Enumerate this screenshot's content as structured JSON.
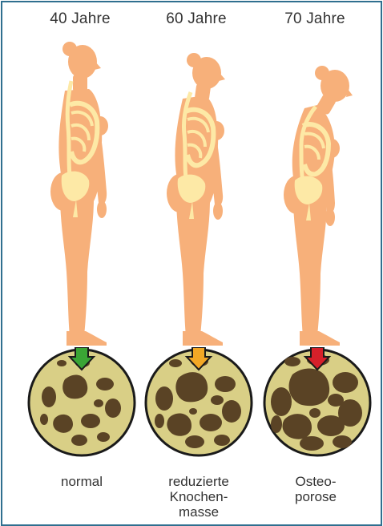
{
  "stages": [
    {
      "age": "40 Jahre",
      "caption": [
        "normal"
      ],
      "arrow_color": "#3aa535",
      "density": "normal",
      "posture": "upright"
    },
    {
      "age": "60 Jahre",
      "caption": [
        "reduzierte",
        "Knochen-",
        "masse"
      ],
      "arrow_color": "#f3a825",
      "density": "reduced",
      "posture": "slight-curve"
    },
    {
      "age": "70 Jahre",
      "caption": [
        "Osteo-",
        "porose"
      ],
      "arrow_color": "#d6202a",
      "density": "osteoporosis",
      "posture": "hunched"
    }
  ],
  "colors": {
    "frame": "#2f6f8f",
    "skin": "#f7b07a",
    "skeleton": "#fde9a6",
    "bone_tissue": "#d9cf86",
    "bone_pores": "#5a4325",
    "bone_outline": "#1a1a1a"
  }
}
